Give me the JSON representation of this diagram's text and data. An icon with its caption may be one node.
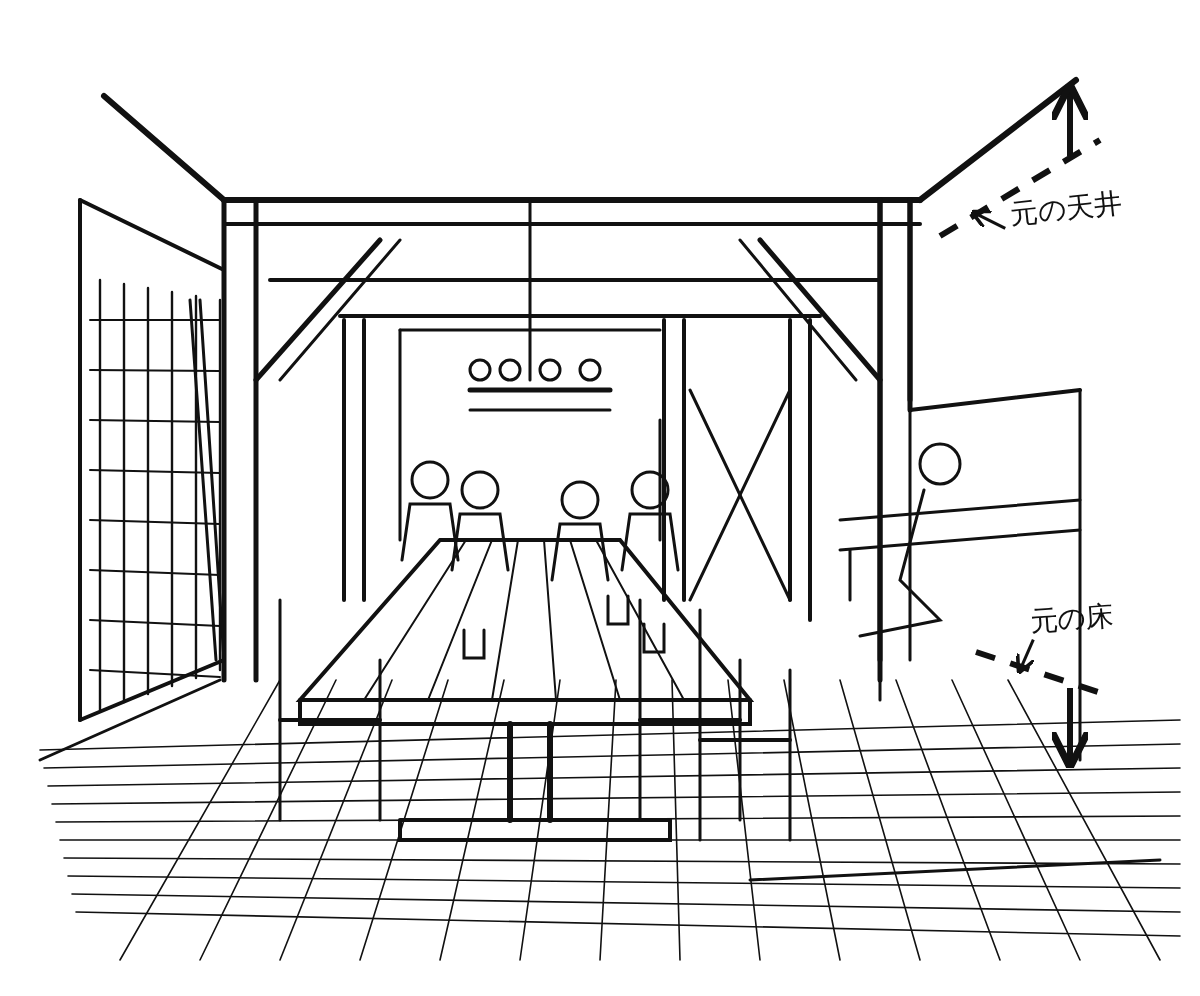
{
  "diagram": {
    "nodes": [
      {
        "text": [
          "元の天井"
        ]
      },
      {
        "text": [
          "元の床"
        ]
      }
    ],
    "edges": [
      {
        "from": 0,
        "to": null,
        "arrow": "to"
      },
      {
        "from": 1,
        "to": null,
        "arrow": "to"
      }
    ]
  }
}
